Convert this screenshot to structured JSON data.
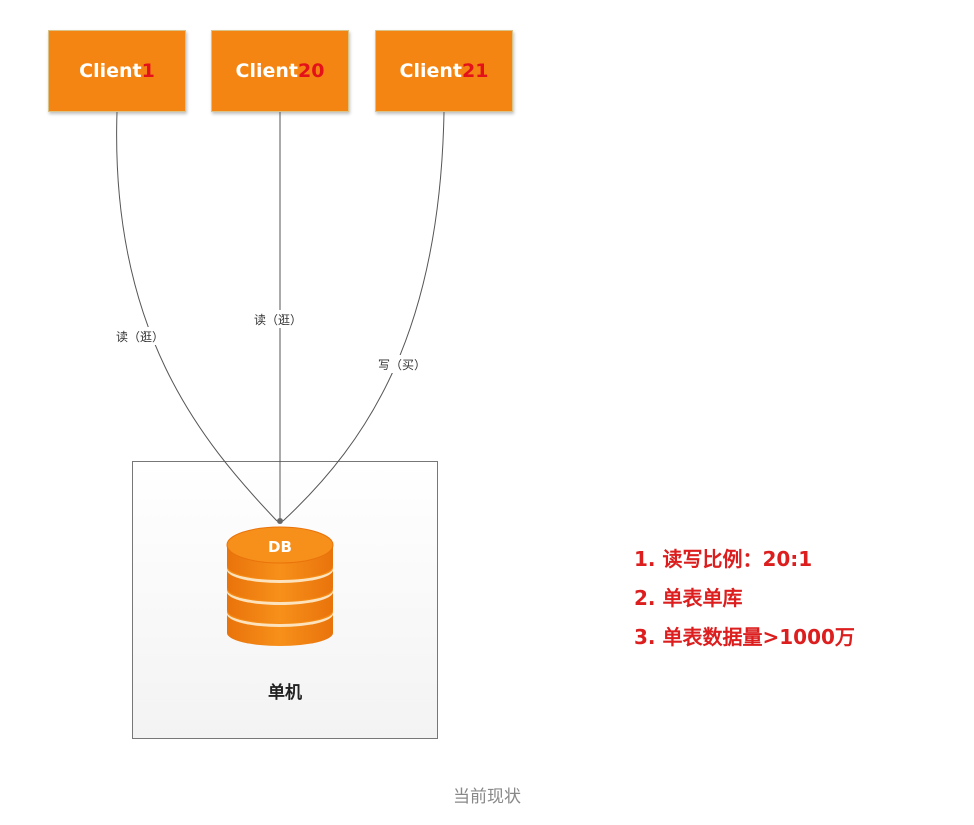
{
  "clients": [
    {
      "prefix": "Client",
      "number": "1"
    },
    {
      "prefix": "Client",
      "number": "20"
    },
    {
      "prefix": "Client",
      "number": "21"
    }
  ],
  "edges": [
    {
      "label": "读（逛）"
    },
    {
      "label": "读（逛）"
    },
    {
      "label": "写（买）"
    }
  ],
  "database": {
    "label": "DB"
  },
  "server": {
    "label": "单机"
  },
  "notes": [
    "1. 读写比例：20:1",
    "2. 单表单库",
    "3. 单表数据量>1000万"
  ],
  "caption": "当前现状",
  "colors": {
    "client_fill": "#f48512",
    "client_number": "#e4101a",
    "db_fill": "#f48512",
    "notes_text": "#dc1e1e",
    "caption_text": "#888888"
  }
}
